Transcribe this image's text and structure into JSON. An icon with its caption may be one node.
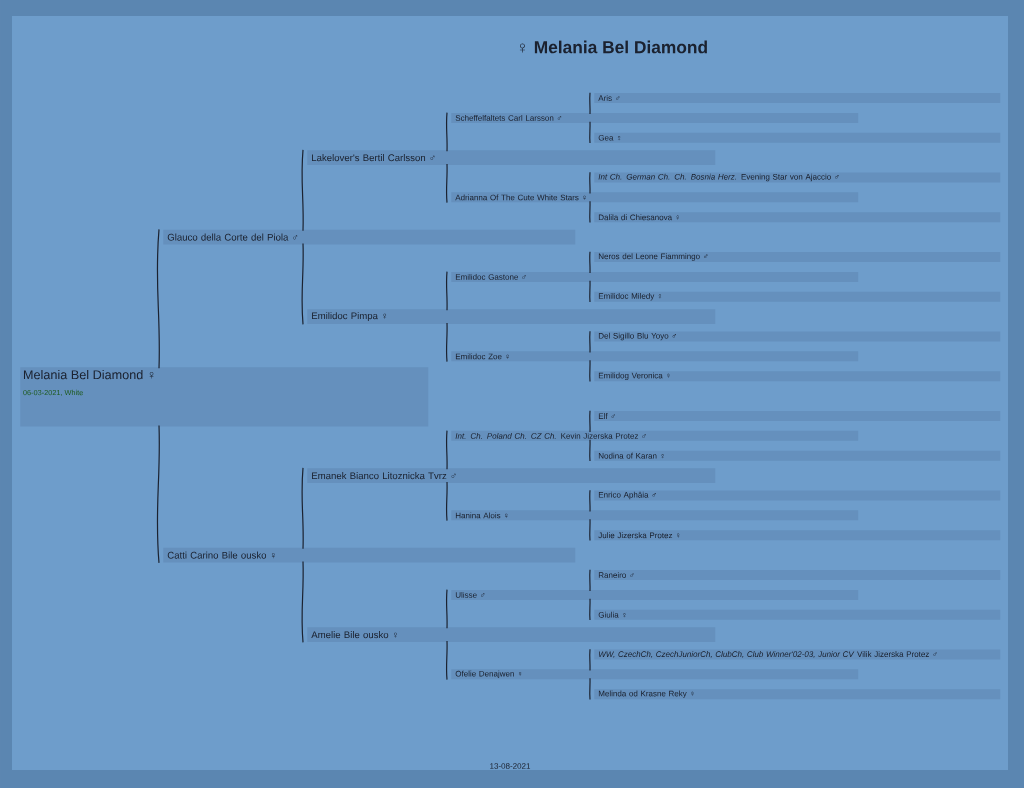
{
  "diagram": {
    "title": "♀ Melania Bel Diamond",
    "nodes": [
      {
        "text": [
          "Melania Bel Diamond ♀",
          "06-03-2021, White"
        ]
      },
      {
        "text": [
          "Glauco della Corte del Piola ♂"
        ]
      },
      {
        "text": [
          "Catti Carino Bile ousko ♀"
        ]
      },
      {
        "text": [
          "Lakelover's Bertil Carlsson ♂"
        ]
      },
      {
        "text": [
          "Emilidoc Pimpa ♀"
        ]
      },
      {
        "text": [
          "Emanek Bianco Litoznicka Tvrz ♂"
        ]
      },
      {
        "text": [
          "Amelie Bile ousko ♀"
        ]
      },
      {
        "text": [
          "Scheffelfaltets Carl Larsson ♂"
        ]
      },
      {
        "text": [
          "Adrianna Of The Cute White Stars ♀"
        ]
      },
      {
        "text": [
          "Emilidoc Gastone ♂"
        ]
      },
      {
        "text": [
          "Emilidoc Zoe ♀"
        ]
      },
      {
        "text": [
          "*Int. Ch. Poland Ch. CZ Ch.* Kevin Jizerska Protez ♂"
        ]
      },
      {
        "text": [
          "Hanina Alois ♀"
        ]
      },
      {
        "text": [
          "Ulisse ♂"
        ]
      },
      {
        "text": [
          "Ofelie Denajwen ♀"
        ]
      },
      {
        "text": [
          "Aris ♂"
        ]
      },
      {
        "text": [
          "Gea ♀"
        ]
      },
      {
        "text": [
          "*Int Ch. German Ch. Ch. Bosnia Herz.* Evening Star von Ajaccio ♂"
        ]
      },
      {
        "text": [
          "Dalila di Chiesanova ♀"
        ]
      },
      {
        "text": [
          "Neros del Leone Fiammingo ♂"
        ]
      },
      {
        "text": [
          "Emilidoc Miledy ♀"
        ]
      },
      {
        "text": [
          "Del Sigillo Blu Yoyo ♂"
        ]
      },
      {
        "text": [
          "Emilidog Veronica ♀"
        ]
      },
      {
        "text": [
          "Elf ♂"
        ]
      },
      {
        "text": [
          "Nodina of Karan ♀"
        ]
      },
      {
        "text": [
          "Enrico Aphâia ♂"
        ]
      },
      {
        "text": [
          "Julie Jizerska Protez ♀"
        ]
      },
      {
        "text": [
          "Raneiro ♂"
        ]
      },
      {
        "text": [
          "Giulia ♀"
        ]
      },
      {
        "text": [
          "*WW, CzechCh, CzechJuniorCh, ClubCh, Club Winner'02-03, Junior CV* Vilik Jizerska Protez ♂"
        ]
      },
      {
        "text": [
          "Melinda od Krasne Reky ♀"
        ]
      }
    ],
    "edges": [
      {
        "from": 1,
        "to": 0,
        "arrow": "none"
      },
      {
        "from": 2,
        "to": 0,
        "arrow": "none"
      },
      {
        "from": 3,
        "to": 1,
        "arrow": "none"
      },
      {
        "from": 4,
        "to": 1,
        "arrow": "none"
      },
      {
        "from": 5,
        "to": 2,
        "arrow": "none"
      },
      {
        "from": 6,
        "to": 2,
        "arrow": "none"
      },
      {
        "from": 7,
        "to": 3,
        "arrow": "none"
      },
      {
        "from": 8,
        "to": 3,
        "arrow": "none"
      },
      {
        "from": 9,
        "to": 4,
        "arrow": "none"
      },
      {
        "from": 10,
        "to": 4,
        "arrow": "none"
      },
      {
        "from": 11,
        "to": 5,
        "arrow": "none"
      },
      {
        "from": 12,
        "to": 5,
        "arrow": "none"
      },
      {
        "from": 13,
        "to": 6,
        "arrow": "none"
      },
      {
        "from": 14,
        "to": 6,
        "arrow": "none"
      },
      {
        "from": 15,
        "to": 7,
        "arrow": "none"
      },
      {
        "from": 16,
        "to": 7,
        "arrow": "none"
      },
      {
        "from": 17,
        "to": 8,
        "arrow": "none"
      },
      {
        "from": 18,
        "to": 8,
        "arrow": "none"
      },
      {
        "from": 19,
        "to": 9,
        "arrow": "none"
      },
      {
        "from": 20,
        "to": 9,
        "arrow": "none"
      },
      {
        "from": 21,
        "to": 10,
        "arrow": "none"
      },
      {
        "from": 22,
        "to": 10,
        "arrow": "none"
      },
      {
        "from": 23,
        "to": 11,
        "arrow": "none"
      },
      {
        "from": 24,
        "to": 11,
        "arrow": "none"
      },
      {
        "from": 25,
        "to": 12,
        "arrow": "none"
      },
      {
        "from": 26,
        "to": 12,
        "arrow": "none"
      },
      {
        "from": 27,
        "to": 13,
        "arrow": "none"
      },
      {
        "from": 28,
        "to": 13,
        "arrow": "none"
      },
      {
        "from": 29,
        "to": 14,
        "arrow": "none"
      },
      {
        "from": 30,
        "to": 14,
        "arrow": "none"
      }
    ],
    "labels": [
      "13-08-2021"
    ]
  }
}
